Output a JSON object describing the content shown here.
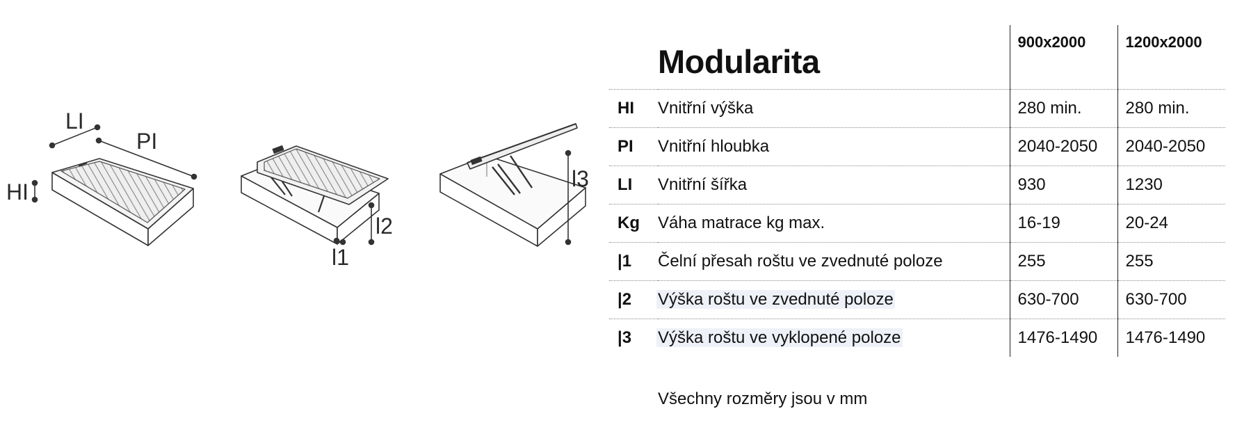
{
  "diagram": {
    "labels": {
      "li": "LI",
      "pi": "PI",
      "hi": "HI",
      "l1": "l1",
      "l2": "l2",
      "l3": "l3"
    }
  },
  "table": {
    "title": "Modularita",
    "size_headers": [
      "900x2000",
      "1200x2000"
    ],
    "rows": [
      {
        "code": "HI",
        "label": "Vnitřní výška",
        "v1": "280 min.",
        "v2": "280 min."
      },
      {
        "code": "PI",
        "label": "Vnitřní hloubka",
        "v1": "2040-2050",
        "v2": "2040-2050"
      },
      {
        "code": "LI",
        "label": "Vnitřní šířka",
        "v1": "930",
        "v2": "1230"
      },
      {
        "code": "Kg",
        "label": "Váha matrace kg max.",
        "v1": "16-19",
        "v2": "20-24"
      },
      {
        "code": "|1",
        "label": "Čelní přesah roštu ve zvednuté poloze",
        "v1": "255",
        "v2": "255"
      },
      {
        "code": "|2",
        "label": "Výška roštu ve zvednuté poloze",
        "v1": "630-700",
        "v2": "630-700"
      },
      {
        "code": "|3",
        "label": "Výška roštu ve vyklopené poloze",
        "v1": "1476-1490",
        "v2": "1476-1490"
      }
    ]
  },
  "footnote": "Všechny rozměry jsou v mm"
}
